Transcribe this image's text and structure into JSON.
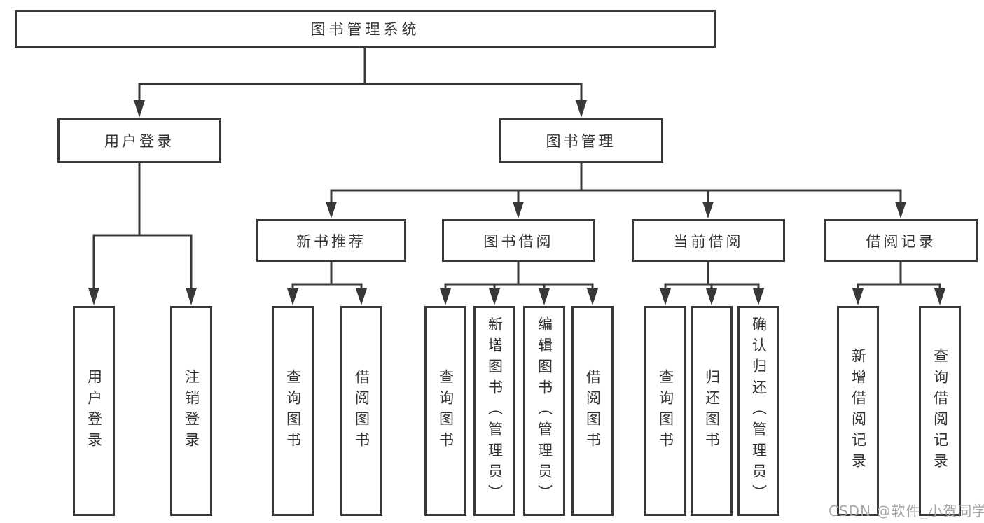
{
  "diagram": {
    "type": "tree",
    "root": {
      "label": "图书管理系统",
      "children": [
        {
          "label": "用户登录",
          "children": [
            {
              "label": "用户登录"
            },
            {
              "label": "注销登录"
            }
          ]
        },
        {
          "label": "图书管理",
          "children": [
            {
              "label": "新书推荐",
              "children": [
                {
                  "label": "查询图书"
                },
                {
                  "label": "借阅图书"
                }
              ]
            },
            {
              "label": "图书借阅",
              "children": [
                {
                  "label": "查询图书"
                },
                {
                  "label": "新增图书（管理员）"
                },
                {
                  "label": "编辑图书（管理员）"
                },
                {
                  "label": "借阅图书"
                }
              ]
            },
            {
              "label": "当前借阅",
              "children": [
                {
                  "label": "查询图书"
                },
                {
                  "label": "归还图书"
                },
                {
                  "label": "确认归还（管理员）"
                }
              ]
            },
            {
              "label": "借阅记录",
              "children": [
                {
                  "label": "新增借阅记录"
                },
                {
                  "label": "查询借阅记录"
                }
              ]
            }
          ]
        }
      ]
    }
  },
  "watermark": {
    "text": "CSDN @软件_小贺同学",
    "color": "#a6a6a6"
  },
  "colors": {
    "border": "#383838",
    "connector": "#383838",
    "text": "#333333",
    "background": "#ffffff",
    "watermark": "#a6a6a6"
  }
}
